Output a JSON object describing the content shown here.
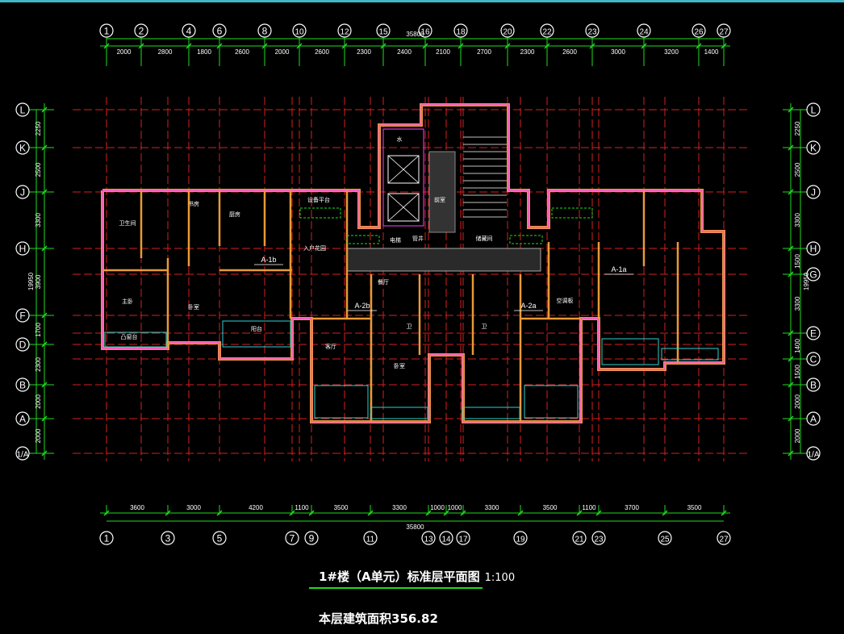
{
  "drawing": {
    "title": "1#楼（A单元）标准层平面图",
    "scale": "1:100",
    "area_note": "本层建筑面积356.82"
  },
  "axes": {
    "top": [
      "1",
      "2",
      "4",
      "6",
      "8",
      "10",
      "12",
      "15",
      "16",
      "18",
      "20",
      "22",
      "23",
      "24",
      "26",
      "27"
    ],
    "top_dims": [
      "2000",
      "2800",
      "1800",
      "2600",
      "2000",
      "2600",
      "2300",
      "2400",
      "2100",
      "2700",
      "2300",
      "2600",
      "3000",
      "3200",
      "1400"
    ],
    "top_total": "35800",
    "bottom": [
      "1",
      "3",
      "5",
      "7",
      "9",
      "11",
      "13",
      "14",
      "17",
      "19",
      "21",
      "23",
      "25",
      "27"
    ],
    "bottom_dims": [
      "3600",
      "3000",
      "4200",
      "1100",
      "3500",
      "3300",
      "1000",
      "1000",
      "3300",
      "3500",
      "1100",
      "3700",
      "3500"
    ],
    "bottom_total": "35800",
    "left": [
      "L",
      "K",
      "J",
      "H",
      "F",
      "D",
      "B",
      "A",
      "1/A"
    ],
    "left_dims": [
      "2250",
      "2500",
      "3300",
      "3900",
      "1700",
      "2300",
      "2000",
      "2000"
    ],
    "left_total": "19950",
    "right": [
      "L",
      "K",
      "J",
      "H",
      "G",
      "E",
      "C",
      "B",
      "A",
      "1/A"
    ],
    "right_dims": [
      "2250",
      "2500",
      "3300",
      "1500",
      "3300",
      "1400",
      "1500",
      "2000",
      "2000"
    ],
    "right_total": "19950"
  },
  "rooms": [
    "客厅",
    "主卧",
    "卧室",
    "卧室",
    "厨房",
    "阳台",
    "卫",
    "卫",
    "卫生间",
    "餐厅",
    "电梯",
    "前室",
    "水",
    "管井",
    "凸窗台",
    "设备平台",
    "入户花园",
    "空调板",
    "书房",
    "储藏间"
  ],
  "unit_tags": [
    "A-1b",
    "A-2b",
    "A-2a",
    "A-1a"
  ],
  "colors": {
    "grid": "#d62020",
    "axis": "#1fdc1f",
    "wall": "#e89a36",
    "wall_inner": "#ff3fff",
    "room_text": "#ff55ff",
    "label": "#ffffff",
    "glass": "#2fd0d0",
    "accent": "#3fb7c9"
  }
}
